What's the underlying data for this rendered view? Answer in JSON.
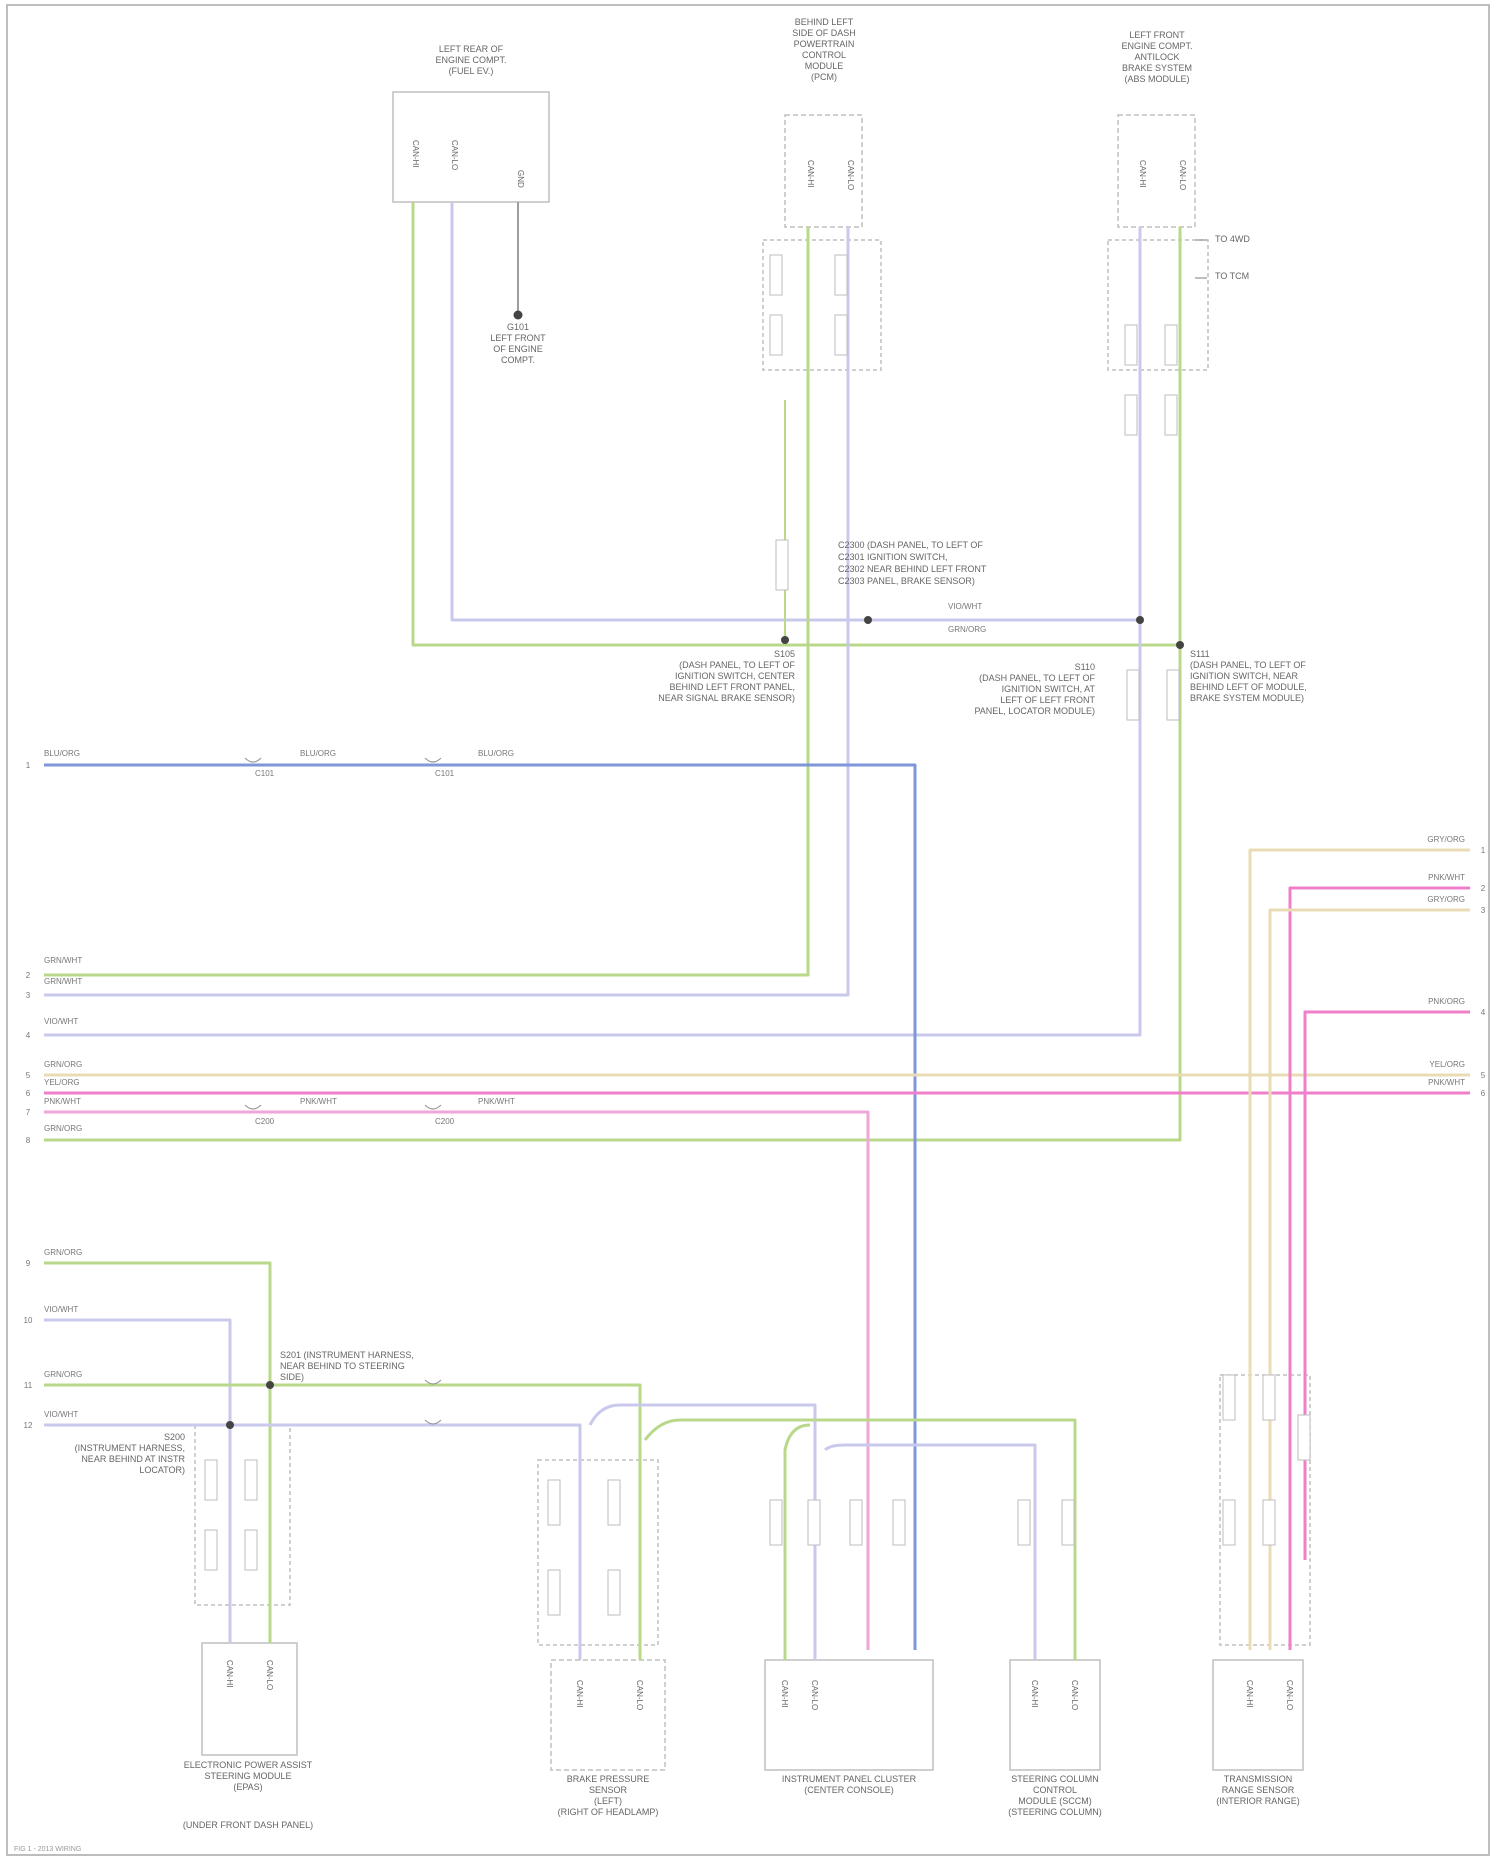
{
  "colors": {
    "green": "#b9d88a",
    "lavender": "#c9c9ec",
    "blue": "#7f97d9",
    "pink": "#f0a6d6",
    "magenta": "#f07fcb",
    "tan": "#e9dcb4",
    "box": "#bfbfbf",
    "text": "#666666"
  },
  "icons": {
    "splice": "splice-dot-icon",
    "ground": "ground-icon",
    "connector": "connector-pin-icon"
  },
  "components": {
    "top_left": [
      "LEFT REAR OF",
      "ENGINE COMPT.",
      "(FUEL EV.)"
    ],
    "top_mid": [
      "BEHIND LEFT",
      "SIDE OF DASH",
      "POWERTRAIN",
      "CONTROL",
      "MODULE",
      "(PCM)"
    ],
    "top_right": [
      "LEFT FRONT",
      "ENGINE COMPT.",
      "ANTILOCK",
      "BRAKE SYSTEM",
      "(ABS MODULE)"
    ],
    "ground": [
      "G101",
      "LEFT FRONT",
      "OF ENGINE",
      "COMPT."
    ],
    "bottom_1": [
      "ELECTRONIC POWER ASSIST",
      "STEERING MODULE",
      "(EPAS)"
    ],
    "bottom_1_sub": "(UNDER FRONT DASH PANEL)",
    "bottom_2": [
      "BRAKE PRESSURE",
      "SENSOR",
      "(LEFT)",
      "(RIGHT OF HEADLAMP)"
    ],
    "bottom_3": [
      "INSTRUMENT PANEL CLUSTER",
      "(CENTER CONSOLE)"
    ],
    "bottom_4": [
      "STEERING COLUMN",
      "CONTROL",
      "MODULE (SCCM)",
      "(STEERING COLUMN)"
    ],
    "bottom_5": [
      "TRANSMISSION",
      "RANGE SENSOR",
      "(INTERIOR RANGE)"
    ]
  },
  "notes": {
    "splice_mid": [
      "S105",
      "(DASH PANEL, TO LEFT OF",
      "IGNITION SWITCH, CENTER",
      "BEHIND LEFT FRONT PANEL,",
      "NEAR SIGNAL BRAKE SENSOR)"
    ],
    "splice_right_a": [
      "S110",
      "(DASH PANEL, TO LEFT OF",
      "IGNITION SWITCH, AT",
      "LEFT OF LEFT FRONT",
      "PANEL, LOCATOR MODULE)"
    ],
    "splice_right_b": [
      "S111",
      "(DASH PANEL, TO LEFT OF",
      "IGNITION SWITCH, NEAR",
      "BEHIND LEFT OF MODULE,",
      "BRAKE SYSTEM MODULE)"
    ],
    "connector_block": [
      "C2300  (DASH PANEL, TO LEFT OF",
      "C2301  IGNITION SWITCH,",
      "C2302  NEAR BEHIND LEFT FRONT",
      "C2303  PANEL, BRAKE SENSOR)"
    ],
    "splice_bottom_left": [
      "S200",
      "(INSTRUMENT HARNESS,",
      "NEAR BEHIND AT INSTR",
      "LOCATOR)"
    ],
    "splice_bottom_mid": [
      "S201 (INSTRUMENT HARNESS,",
      "NEAR BEHIND TO STEERING",
      "SIDE)"
    ],
    "arrow_top_1": "TO 4WD",
    "arrow_top_2": "TO TCM"
  },
  "wire_labels": {
    "blue_run": [
      "BLU/ORG",
      "BLU/ORG",
      "BLU/ORG"
    ],
    "green_left": [
      "GRN/WHT",
      "GRN/WHT"
    ],
    "lavender_left": "VIO/WHT",
    "bottom_bus": [
      "GRN/ORG",
      "VIO/WHT",
      "GRN/ORG",
      "VIO/WHT"
    ],
    "bus_group": [
      "GRN/ORG",
      "YEL/ORG",
      "PNK/WHT",
      "GRN/ORG"
    ],
    "pink_run": [
      "PNK/WHT",
      "PNK/WHT"
    ],
    "right_group": [
      "GRY/ORG",
      "PNK/WHT",
      "GRY/ORG",
      "PNK/ORG",
      "YEL/ORG",
      "PNK/WHT"
    ],
    "connector_codes": [
      "C101",
      "C101",
      "C200",
      "C200"
    ],
    "mid_link": [
      "VIO/WHT",
      "GRN/ORG"
    ]
  },
  "terminals": {
    "left": [
      "1",
      "2",
      "3",
      "4",
      "5",
      "6",
      "7",
      "8",
      "9",
      "10",
      "11",
      "12"
    ],
    "right": [
      "1",
      "2",
      "3",
      "4",
      "5",
      "6"
    ]
  },
  "pins": {
    "top_left": [
      "CAN-HI",
      "CAN-LO",
      "GND"
    ],
    "top_mid": [
      "CAN-HI",
      "CAN-LO"
    ],
    "top_right": [
      "CAN-HI",
      "CAN-LO"
    ],
    "bottom": [
      "CAN-HI",
      "CAN-LO"
    ]
  },
  "footer": "FIG 1 - 2013 WIRING"
}
